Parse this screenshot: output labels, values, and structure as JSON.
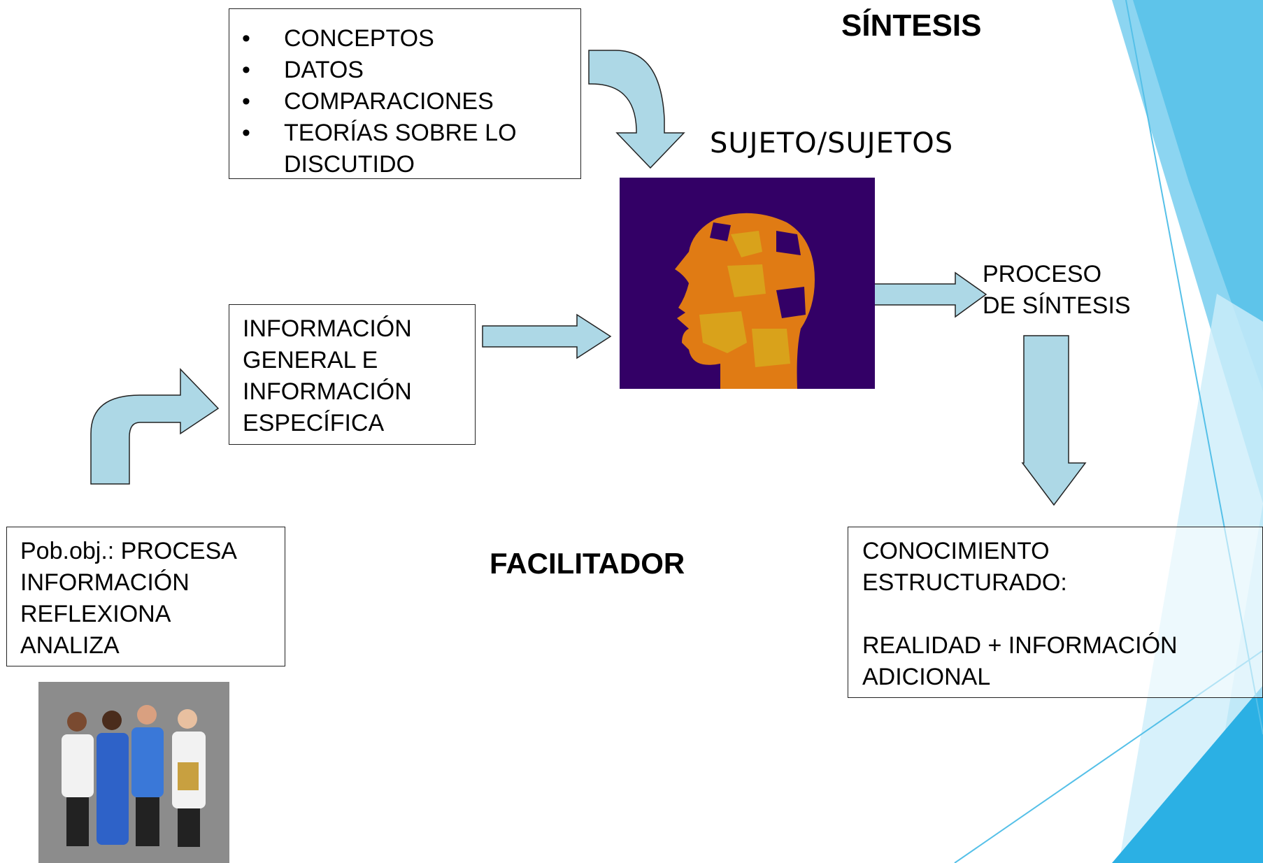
{
  "slide_title": "SÍNTESIS",
  "facilitator_label": "FACILITADOR",
  "subject_label": "SUJETO/SUJETOS",
  "inputs_box": {
    "items": [
      "CONCEPTOS",
      "DATOS",
      "COMPARACIONES",
      "TEORÍAS SOBRE LO DISCUTIDO"
    ],
    "bullet": "•"
  },
  "info_box": {
    "lines": [
      "INFORMACIÓN",
      "GENERAL E",
      "INFORMACIÓN",
      "ESPECÍFICA"
    ]
  },
  "population_box": {
    "lines": [
      "Pob.obj.: PROCESA",
      "INFORMACIÓN",
      "REFLEXIONA",
      "ANALIZA"
    ]
  },
  "process_label": {
    "lines": [
      "PROCESO",
      "DE SÍNTESIS"
    ]
  },
  "knowledge_box": {
    "lines": [
      "CONOCIMIENTO",
      "ESTRUCTURADO:"
    ],
    "lines2": [
      "REALIDAD + INFORMACIÓN",
      "ADICIONAL"
    ]
  },
  "images": {
    "head": "puzzle-head-image",
    "team": "medical-team-photo"
  },
  "colors": {
    "arrow_fill": "#add8e6",
    "head_background": "#330066",
    "puzzle_orange": "#e07b14",
    "puzzle_gold": "#d9a21b",
    "accent_blue": "#4fc3ea"
  }
}
